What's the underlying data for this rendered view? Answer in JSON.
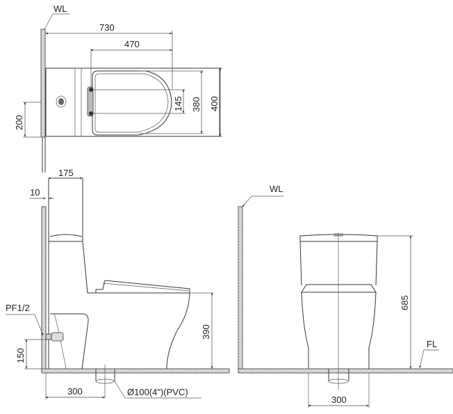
{
  "diagram": {
    "subject": "One-piece toilet installation dimensions",
    "units": "mm",
    "top_view": {
      "wall_label": "WL",
      "overall_length": "730",
      "seat_length": "470",
      "overall_width": "400",
      "seat_width": "380",
      "hinge_spacing": "145",
      "outlet_from_side": "200"
    },
    "side_view": {
      "tank_depth": "175",
      "wall_gap": "10",
      "supply_label": "PF1/2",
      "supply_height": "150",
      "seat_height": "390",
      "outlet_from_wall": "300",
      "drain_label": "Ø100(4\")(PVC)"
    },
    "front_view": {
      "wall_label": "WL",
      "overall_height": "685",
      "floor_label": "FL",
      "base_width": "300"
    }
  }
}
